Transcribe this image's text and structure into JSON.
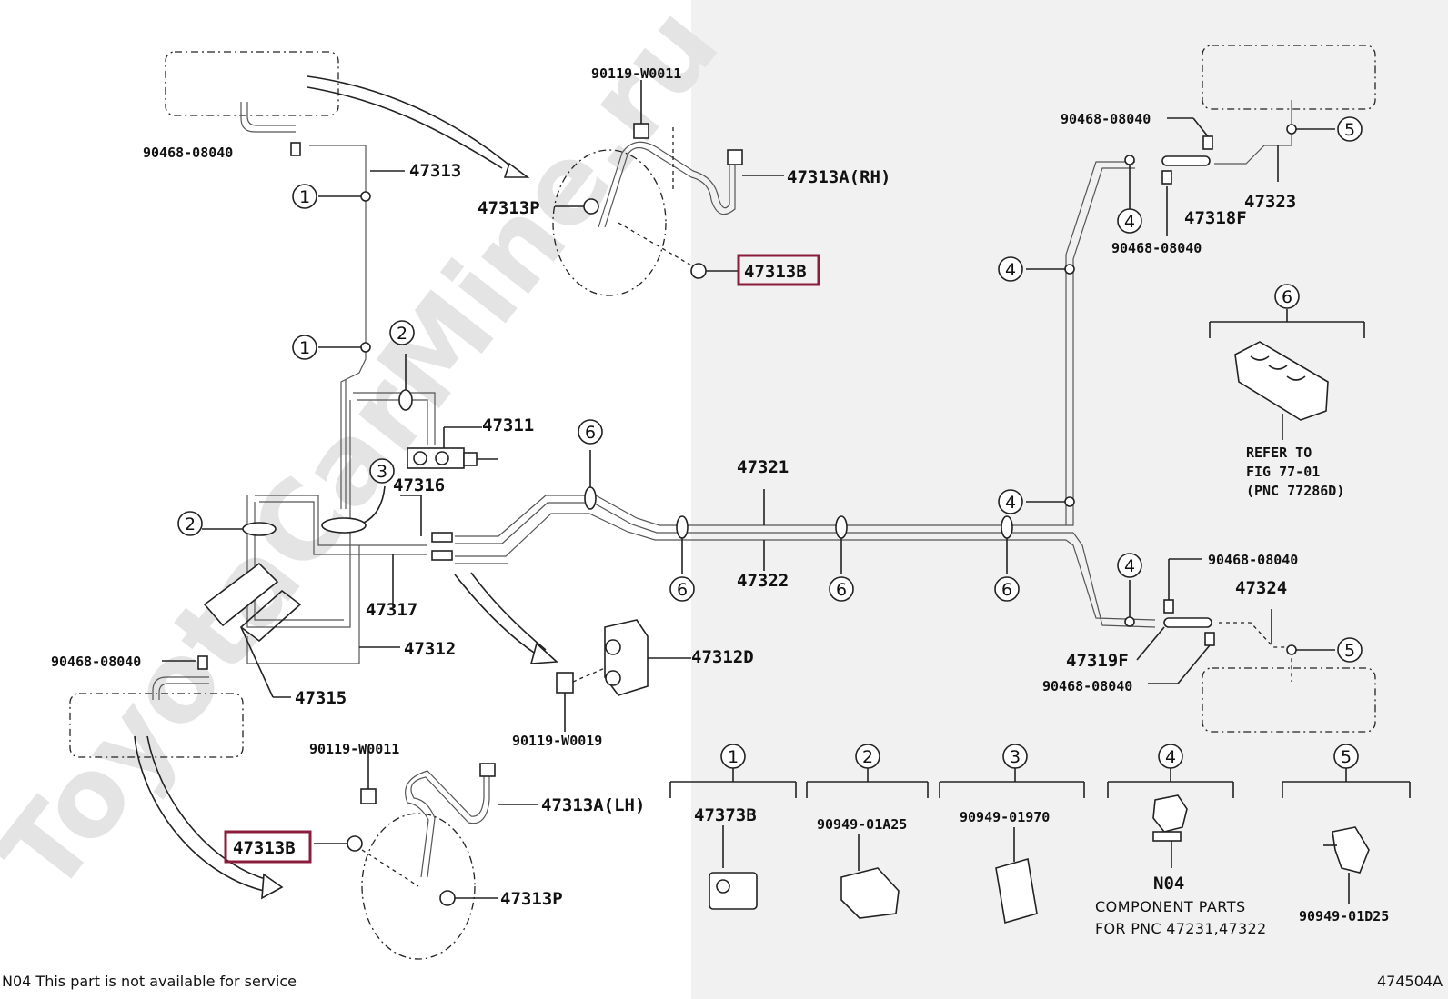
{
  "watermark": "ToyotaCarMine.ru",
  "labels": {
    "p90119_w0011_top": "90119-W0011",
    "p47313A_rh": "47313A(RH)",
    "p47313P_top": "47313P",
    "p47313B_top": "47313B",
    "p90468_topleft": "90468-08040",
    "p47313": "47313",
    "p47311": "47311",
    "p47316": "47316",
    "p47321": "47321",
    "p47322": "47322",
    "p47317": "47317",
    "p47312": "47312",
    "p47312D": "47312D",
    "p90119_w0019": "90119-W0019",
    "p90468_left": "90468-08040",
    "p47315": "47315",
    "p90119_w0011_bottom": "90119-W0011",
    "p47313A_lh": "47313A(LH)",
    "p47313B_bottom": "47313B",
    "p47313P_bottom": "47313P",
    "p90468_tr1": "90468-08040",
    "p47318F": "47318F",
    "p47323": "47323",
    "p90468_tr2": "90468-08040",
    "p90468_r1": "90468-08040",
    "p47324": "47324",
    "p47319F": "47319F",
    "p90468_r2": "90468-08040",
    "refer_line1": "REFER TO",
    "refer_line2": "FIG 77-01",
    "refer_line3": "(PNC 77286D)"
  },
  "legend": {
    "item1_part": "47373B",
    "item2_part": "90949-01A25",
    "item3_part": "90949-01970",
    "item4_part": "N04",
    "item4_desc1": "COMPONENT PARTS",
    "item4_desc2": "FOR PNC 47231,47322",
    "item5_part": "90949-01D25"
  },
  "callouts": [
    "1",
    "2",
    "3",
    "4",
    "5",
    "6"
  ],
  "footer": {
    "note": "N04 This part is not available for service",
    "figure_id": "474504A"
  },
  "colors": {
    "highlight_box": "#8b1c3b",
    "shaded_area": "#f1f1f1"
  }
}
